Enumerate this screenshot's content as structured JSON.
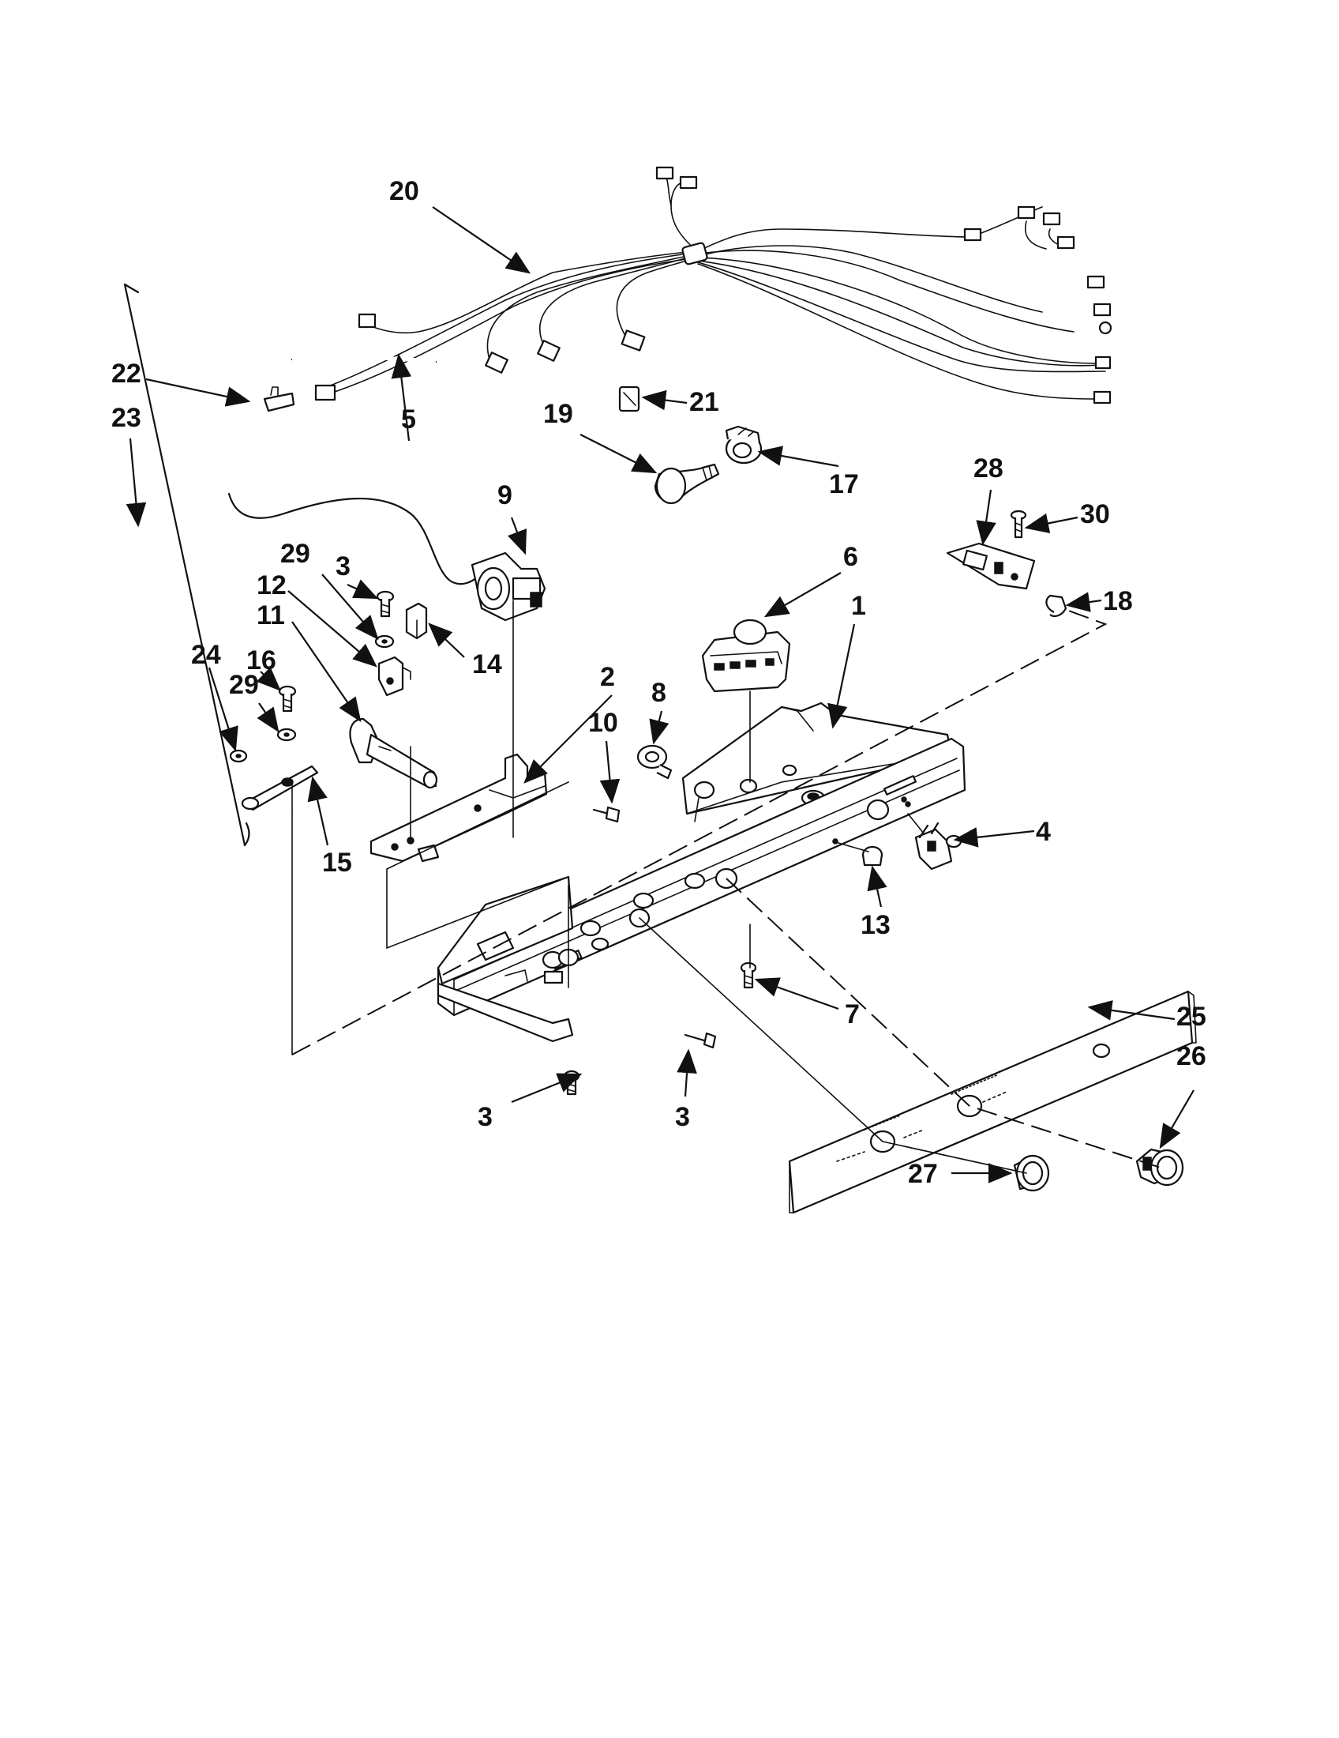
{
  "diagram": {
    "callouts": [
      {
        "id": "c20",
        "text": "20"
      },
      {
        "id": "c22",
        "text": "22"
      },
      {
        "id": "c23",
        "text": "23"
      },
      {
        "id": "c5",
        "text": "5"
      },
      {
        "id": "c21",
        "text": "21"
      },
      {
        "id": "c19",
        "text": "19"
      },
      {
        "id": "c17",
        "text": "17"
      },
      {
        "id": "c9",
        "text": "9"
      },
      {
        "id": "c28",
        "text": "28"
      },
      {
        "id": "c30",
        "text": "30"
      },
      {
        "id": "c18",
        "text": "18"
      },
      {
        "id": "c6",
        "text": "6"
      },
      {
        "id": "c1",
        "text": "1"
      },
      {
        "id": "c3a",
        "text": "3"
      },
      {
        "id": "c29a",
        "text": "29"
      },
      {
        "id": "c12",
        "text": "12"
      },
      {
        "id": "c11",
        "text": "11"
      },
      {
        "id": "c14",
        "text": "14"
      },
      {
        "id": "c16",
        "text": "16"
      },
      {
        "id": "c24",
        "text": "24"
      },
      {
        "id": "c29b",
        "text": "29"
      },
      {
        "id": "c8",
        "text": "8"
      },
      {
        "id": "c2",
        "text": "2"
      },
      {
        "id": "c10",
        "text": "10"
      },
      {
        "id": "c4",
        "text": "4"
      },
      {
        "id": "c15",
        "text": "15"
      },
      {
        "id": "c13",
        "text": "13"
      },
      {
        "id": "c7",
        "text": "7"
      },
      {
        "id": "c25",
        "text": "25"
      },
      {
        "id": "c26",
        "text": "26"
      },
      {
        "id": "c3b",
        "text": "3"
      },
      {
        "id": "c3c",
        "text": "3"
      },
      {
        "id": "c27",
        "text": "27"
      }
    ]
  }
}
